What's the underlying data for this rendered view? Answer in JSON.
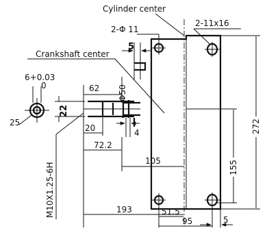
{
  "labels": {
    "cylinder_center": "Cylinder center",
    "crankshaft_center": "Crankshaft center",
    "holes_2phi11": "2-Φ 11",
    "holes_2_11x16": "2-11x16",
    "thread": "M10X1.25-6H",
    "tol_top": "6+0.03",
    "tol_bottom": "0"
  },
  "dimensions": {
    "d5_top": "5",
    "d62": "62",
    "d_phi50": "Φ50",
    "d22": "22",
    "d25": "25",
    "d20": "20",
    "d4": "4",
    "d72_2": "72.2",
    "d105": "105",
    "d272": "272",
    "d155": "155",
    "d193": "193",
    "d51_5": "51.5",
    "d95": "95",
    "d5_bottom": "5"
  }
}
